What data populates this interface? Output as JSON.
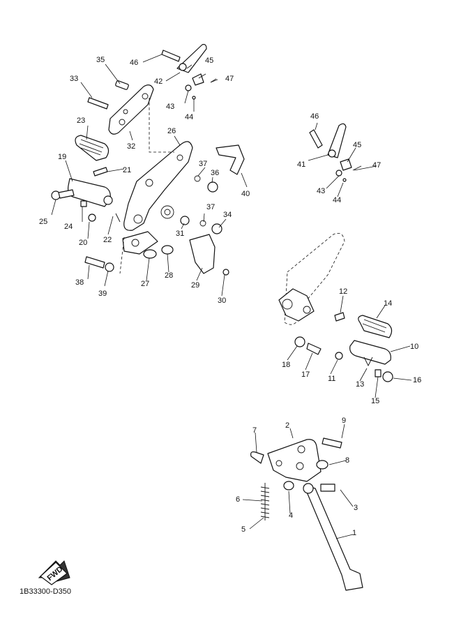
{
  "diagram": {
    "code": "1B33300-D350",
    "fwd_label": "FWD",
    "callouts": [
      "1",
      "2",
      "3",
      "4",
      "5",
      "6",
      "7",
      "8",
      "9",
      "10",
      "11",
      "12",
      "13",
      "14",
      "15",
      "16",
      "17",
      "18",
      "19",
      "20",
      "21",
      "22",
      "23",
      "24",
      "25",
      "26",
      "27",
      "28",
      "29",
      "30",
      "31",
      "32",
      "33",
      "34",
      "35",
      "36",
      "37",
      "37",
      "38",
      "39",
      "40",
      "41",
      "42",
      "43",
      "43",
      "44",
      "44",
      "45",
      "45",
      "46",
      "46",
      "47",
      "47"
    ]
  }
}
